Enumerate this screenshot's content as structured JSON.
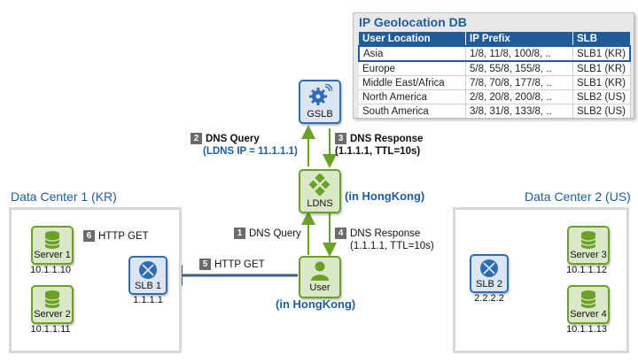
{
  "data_center_1": {
    "title": "Data Center 1 (KR)"
  },
  "data_center_2": {
    "title": "Data Center 2 (US)"
  },
  "nodes": {
    "gslb": {
      "label": "GSLB"
    },
    "ldns": {
      "label": "LDNS",
      "location": "(in HongKong)"
    },
    "user": {
      "label": "User",
      "location": "(in HongKong)"
    },
    "slb1": {
      "label": "SLB 1",
      "ip": "1.1.1.1"
    },
    "slb2": {
      "label": "SLB 2",
      "ip": "2.2.2.2"
    },
    "server1": {
      "label": "Server 1",
      "ip": "10.1.1.10"
    },
    "server2": {
      "label": "Server 2",
      "ip": "10.1.1.11"
    },
    "server3": {
      "label": "Server 3",
      "ip": "10.1.1.12"
    },
    "server4": {
      "label": "Server 4",
      "ip": "10.1.1.13"
    }
  },
  "steps": {
    "s1": {
      "num": "1",
      "text": "DNS Query"
    },
    "s2": {
      "num": "2",
      "text": "DNS Query",
      "detail": "(LDNS IP = 11.1.1.1)"
    },
    "s3": {
      "num": "3",
      "text": "DNS Response",
      "detail": "(1.1.1.1, TTL=10s)"
    },
    "s4": {
      "num": "4",
      "text": "DNS Response",
      "detail": "(1.1.1.1, TTL=10s)"
    },
    "s5": {
      "num": "5",
      "text": "HTTP GET"
    },
    "s6": {
      "num": "6",
      "text": "HTTP GET"
    }
  },
  "geo_db": {
    "title": "IP Geolocation DB",
    "headers": [
      "User Location",
      "IP Prefix",
      "SLB"
    ],
    "rows": [
      [
        "Asia",
        "1/8, 11/8, 100/8, ..",
        "SLB1 (KR)"
      ],
      [
        "Europe",
        "5/8, 55/8, 155/8, ..",
        "SLB1 (KR)"
      ],
      [
        "Middle East/Africa",
        "7/8, 70/8, 177/8, ..",
        "SLB1 (KR)"
      ],
      [
        "North America",
        "2/8, 20/8, 200/8, ..",
        "SLB2 (US)"
      ],
      [
        "South America",
        "3/8, 31/8, 133/8, ..",
        "SLB2 (US)"
      ]
    ],
    "selected_row": "Asia"
  },
  "colors": {
    "green": "#6aa126",
    "blue": "#2f6db3",
    "title_blue": "#1f5c99",
    "arrow_blue": "#3a5f8a"
  }
}
